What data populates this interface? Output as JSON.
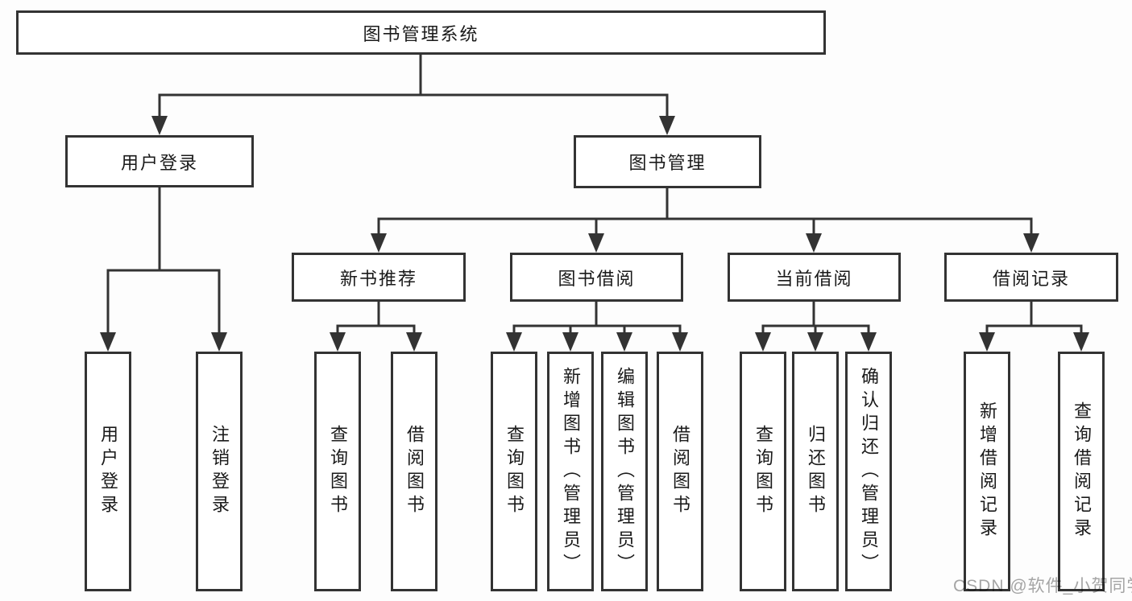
{
  "diagram": {
    "root": {
      "label": "图书管理系统"
    },
    "user_branch": {
      "label": "用户登录",
      "children": [
        {
          "label": "用户登录"
        },
        {
          "label": "注销登录"
        }
      ]
    },
    "book_branch": {
      "label": "图书管理",
      "sections": [
        {
          "label": "新书推荐",
          "children": [
            {
              "label": "查询图书"
            },
            {
              "label": "借阅图书"
            }
          ]
        },
        {
          "label": "图书借阅",
          "children": [
            {
              "label": "查询图书"
            },
            {
              "label": "新增图书（管理员）"
            },
            {
              "label": "编辑图书（管理员）"
            },
            {
              "label": "借阅图书"
            }
          ]
        },
        {
          "label": "当前借阅",
          "children": [
            {
              "label": "查询图书"
            },
            {
              "label": "归还图书"
            },
            {
              "label": "确认归还（管理员）"
            }
          ]
        },
        {
          "label": "借阅记录",
          "children": [
            {
              "label": "新增借阅记录"
            },
            {
              "label": "查询借阅记录"
            }
          ]
        }
      ]
    }
  },
  "watermark": {
    "text": "CSDN @软件_小贺同学",
    "color": "#a6a6a6"
  },
  "colors": {
    "line": "#333333",
    "box_border": "#333333",
    "text": "#1a1a1a",
    "background": "#fdfdfd"
  }
}
